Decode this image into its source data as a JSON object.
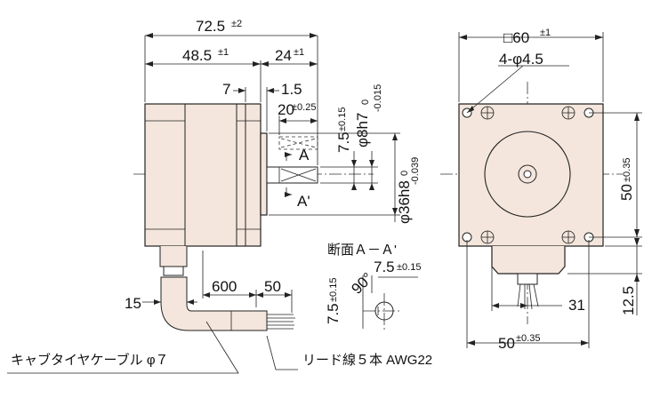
{
  "dims": {
    "overall_length": "72.5",
    "overall_tol": "±2",
    "body_length": "48.5",
    "body_tol": "±1",
    "shaft_length": "24",
    "shaft_tol": "±1",
    "dim_7": "7",
    "dim_1_5": "1.5",
    "flat_length": "20",
    "flat_tol": "±0.25",
    "flat_depth": "7.5",
    "flat_depth_tol": "±0.15",
    "shaft_dia": "φ8h7",
    "shaft_dia_tol_upper": "0",
    "shaft_dia_tol_lower": "-0.015",
    "pilot_dia": "φ36h8",
    "pilot_tol_upper": "0",
    "pilot_tol_lower": "-0.039",
    "section_a": "A",
    "section_a_prime": "A'",
    "square": "□60",
    "square_tol": "±1",
    "holes": "4-φ4.5",
    "pitch_v": "50",
    "pitch_v_tol": "±0.35",
    "pitch_h": "50",
    "pitch_h_tol": "±0.35",
    "dim_31": "31",
    "dim_12_5": "12.5",
    "lead_15": "15",
    "lead_600": "600",
    "lead_50": "50"
  },
  "section": {
    "title": "断面Ａ－Ａ'",
    "angle": "90°",
    "depth": "7.5",
    "depth_tol": "±0.15",
    "width": "7.5",
    "width_tol": "±0.15"
  },
  "labels": {
    "cable": "キャブタイヤケーブル φ７",
    "leads": "リード線５本 AWG22"
  }
}
